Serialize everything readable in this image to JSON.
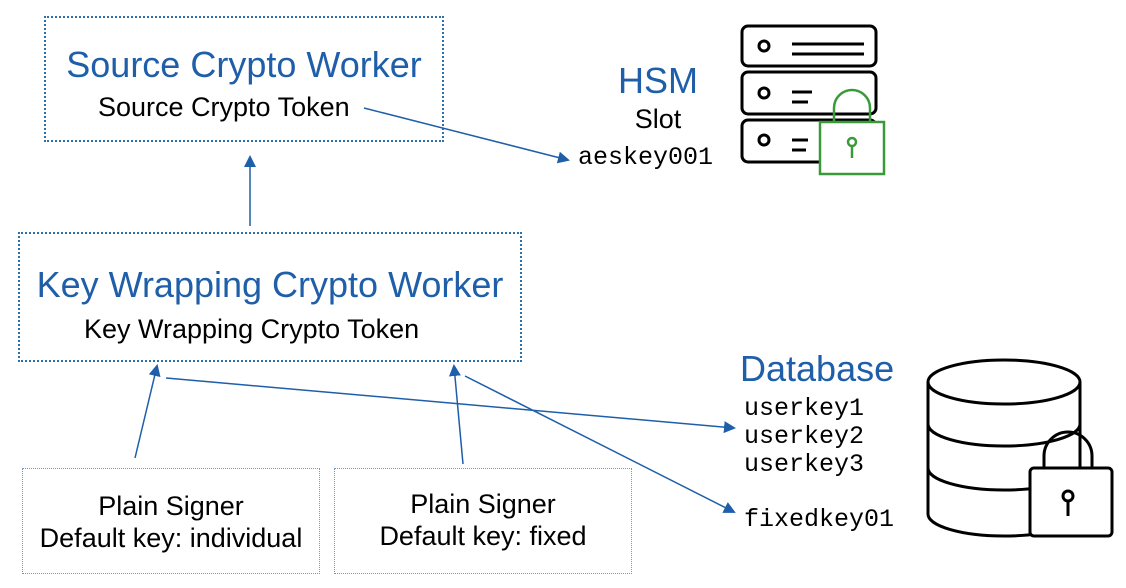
{
  "source_worker": {
    "title": "Source Crypto Worker",
    "token": "Source Crypto Token"
  },
  "key_wrapping_worker": {
    "title": "Key Wrapping Crypto Worker",
    "token": "Key Wrapping Crypto Token"
  },
  "signers": [
    {
      "title": "Plain Signer",
      "subtitle": "Default key: individual"
    },
    {
      "title": "Plain Signer",
      "subtitle": "Default key: fixed"
    }
  ],
  "hsm": {
    "title": "HSM",
    "slot_label": "Slot",
    "key": "aeskey001",
    "icon": "server-rack-icon",
    "lock_icon": "padlock-icon",
    "lock_color": "#3a9a3a"
  },
  "database": {
    "title": "Database",
    "keys": [
      "userkey1",
      "userkey2",
      "userkey3"
    ],
    "fixed_key": "fixedkey01",
    "icon": "database-cylinder-icon",
    "lock_icon": "padlock-icon"
  },
  "colors": {
    "accent": "#1f5ea8",
    "box_border": "#2f6fa8",
    "arrow": "#1f5ea8"
  }
}
